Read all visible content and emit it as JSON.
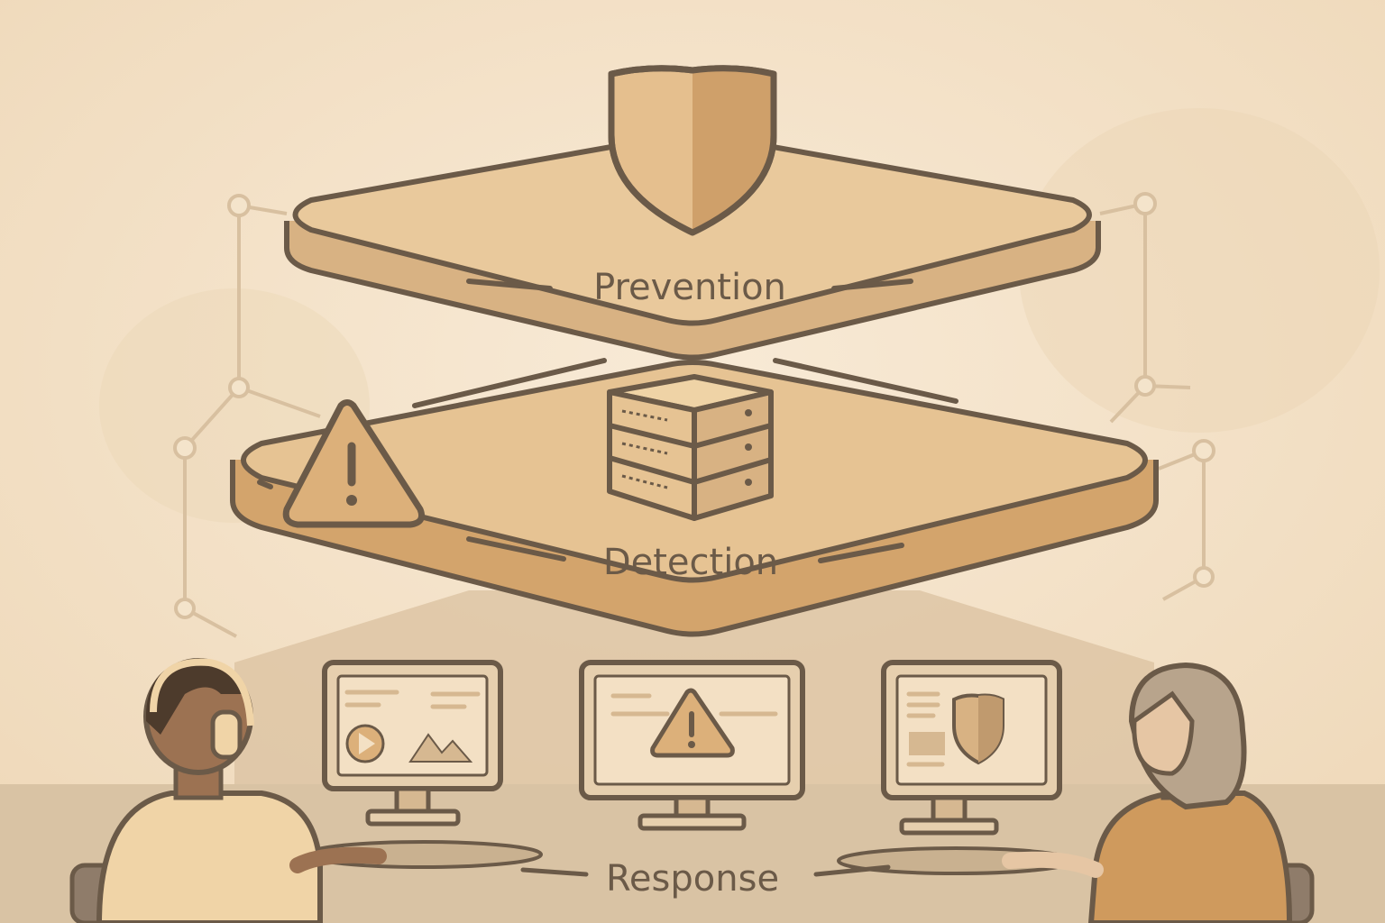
{
  "layers": {
    "prevention": {
      "label": "Prevention",
      "icon": "shield-icon"
    },
    "detection": {
      "label": "Detection",
      "icons": [
        "warning-icon",
        "server-stack-icon"
      ]
    },
    "response": {
      "label": "Response",
      "icons": [
        "media-monitor-icon",
        "alert-monitor-icon",
        "shield-monitor-icon"
      ]
    }
  },
  "colors": {
    "background": "#f4e4cb",
    "outline": "#6b5a48",
    "platform_top": "#e9c99c",
    "platform_side": "#d8b283",
    "detection_top": "#e6c393",
    "detection_side": "#d3a46c",
    "network_line": "#d8c0a0"
  }
}
